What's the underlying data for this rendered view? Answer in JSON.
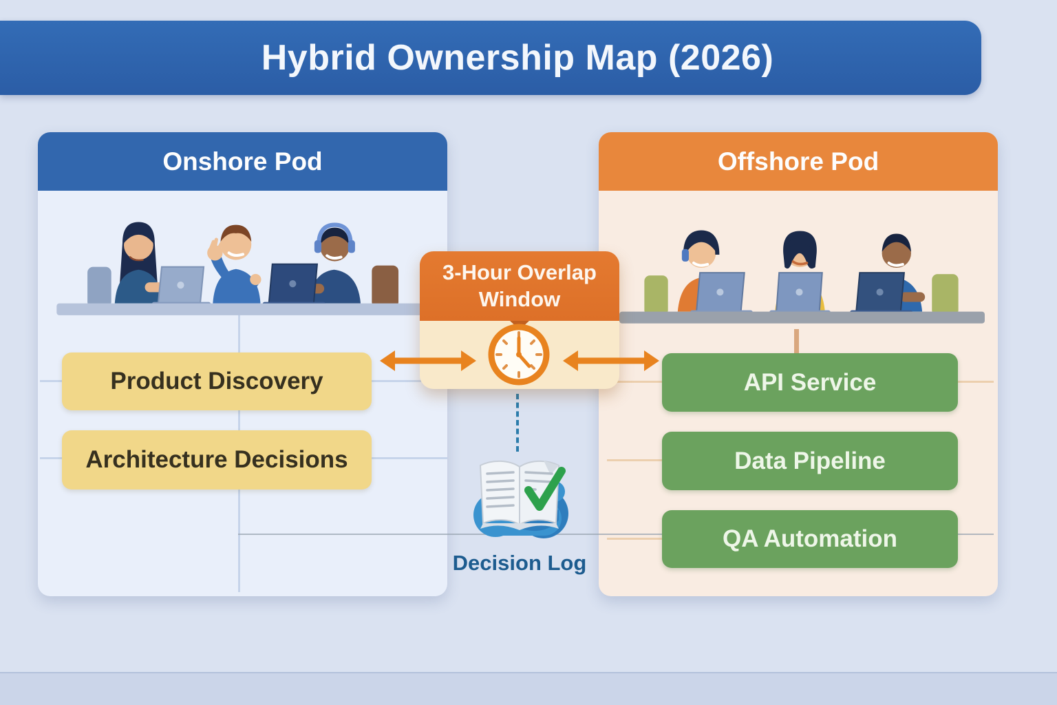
{
  "title": "Hybrid Ownership Map (2026)",
  "onshore": {
    "header": "Onshore Pod",
    "items": [
      "Product Discovery",
      "Architecture Decisions"
    ],
    "header_color": "#3267ae",
    "body_color": "#e9effa",
    "item_color": "#f1d789"
  },
  "offshore": {
    "header": "Offshore Pod",
    "items": [
      "API Service",
      "Data Pipeline",
      "QA Automation"
    ],
    "header_color": "#e8873c",
    "body_color": "#f9ece2",
    "item_color": "#6ba25e"
  },
  "overlap": {
    "label": "3-Hour Overlap Window",
    "header_color": "#e0752c",
    "body_color": "#f9e9ca",
    "arrow_color": "#e8831f"
  },
  "decision_log": {
    "label": "Decision Log",
    "label_color": "#1d5c8f"
  },
  "icons": {
    "clock": "clock-icon",
    "decision_log": "book-check-icon",
    "left_link": "double-arrow-icon",
    "right_link": "double-arrow-icon"
  },
  "colors": {
    "page_background": "#dae2f1",
    "banner": "#2e63ad",
    "connector_blue": "#c6d4ea",
    "connector_gray": "#9aa6b2",
    "check_green": "#2da14c"
  }
}
